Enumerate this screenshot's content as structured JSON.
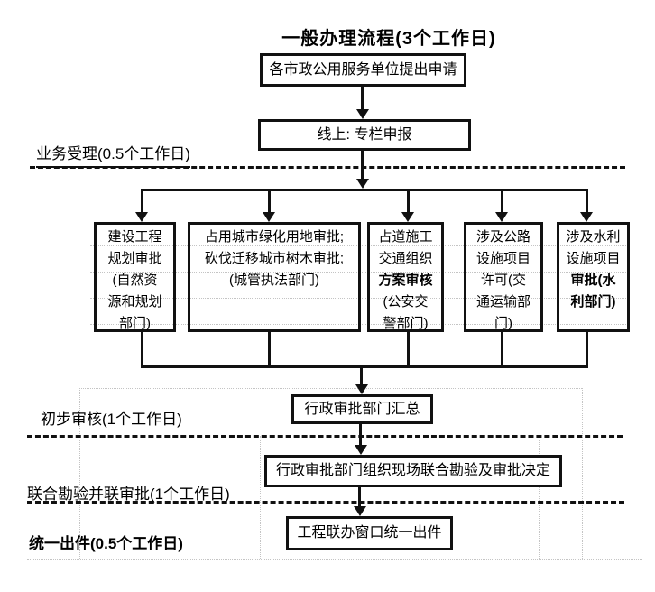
{
  "title": "一般办理流程(3个工作日)",
  "stages": {
    "accept": "业务受理(0.5个工作日)",
    "review": "初步审核(1个工作日)",
    "joint": "联合勘验并联审批(1个工作日)",
    "issue": "统一出件(0.5个工作日)"
  },
  "nodes": {
    "apply": "各市政公用服务单位提出申请",
    "online": "线上: 专栏申报",
    "summary": "行政审批部门汇总",
    "joint_review": "行政审批部门组织现场联合勘验及审批决定",
    "issue": "工程联办窗口统一出件"
  },
  "parallel": [
    {
      "pre": "建设工程\n规划审批\n(自然资\n源和规划\n部门)",
      "bold": "",
      "post": ""
    },
    {
      "pre": "占用城市绿化用地审批;\n砍伐迁移城市树木审批;\n(城管执法部门)",
      "bold": "",
      "post": ""
    },
    {
      "pre": "占道施工\n交通组织\n",
      "bold": "方案审核",
      "post": "\n(公安交\n警部门)"
    },
    {
      "pre": "涉及公路\n设施项目\n许可(交\n通运输部\n门)",
      "bold": "",
      "post": ""
    },
    {
      "pre": "涉及水利\n设施项目\n",
      "bold": "审批(水\n利部门)",
      "post": ""
    }
  ],
  "colors": {
    "line": "#111111",
    "grid": "#c4c4c4",
    "background": "#ffffff",
    "text": "#000000"
  }
}
